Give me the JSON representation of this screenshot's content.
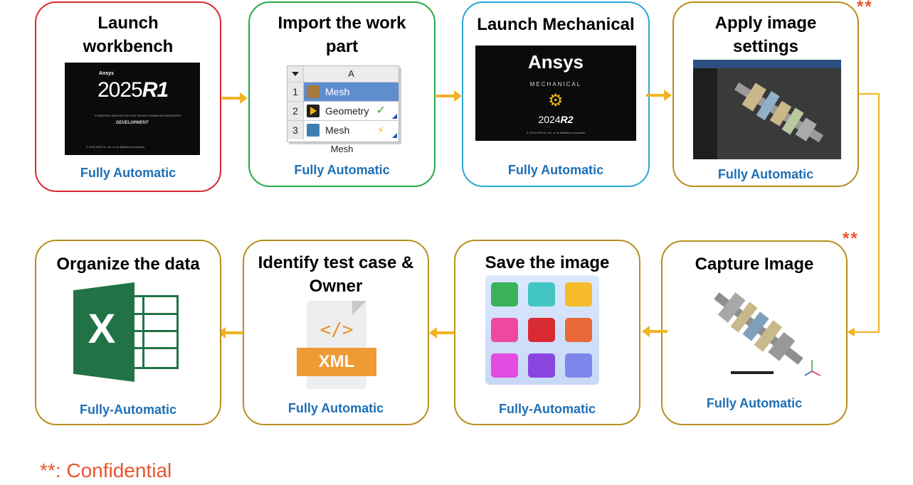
{
  "steps": [
    {
      "title": "Launch\nworkbench",
      "status": "Fully Automatic"
    },
    {
      "title": "Import the work\npart",
      "status": "Fully Automatic"
    },
    {
      "title": "Launch Mechanical",
      "status": "Fully Automatic"
    },
    {
      "title": "Apply image\nsettings",
      "status": "Fully Automatic"
    },
    {
      "title": "Capture Image",
      "status": "Fully Automatic"
    },
    {
      "title": "Save the image",
      "status": "Fully-Automatic"
    },
    {
      "title": "Identify test case &\nOwner",
      "status": "Fully Automatic"
    },
    {
      "title": "Organize the data",
      "status": "Fully-Automatic"
    }
  ],
  "splash1": {
    "brand": "Ansys",
    "version": "2025",
    "release": "R1",
    "tagline": "POWERING INNOVATION THAT DRIVES HUMAN ADVANCEMENT",
    "edition": "DEVELOPMENT",
    "copyright": "© 2025 ANSYS, Inc. or its affiliated companies"
  },
  "workbench": {
    "column": "A",
    "rows": [
      {
        "num": "1",
        "label": "Mesh"
      },
      {
        "num": "2",
        "label": "Geometry"
      },
      {
        "num": "3",
        "label": "Mesh"
      }
    ],
    "caption": "Mesh"
  },
  "splash2": {
    "brand": "Ansys",
    "product": "MECHANICAL",
    "version": "2024",
    "release": "R2",
    "copyright": "© 2024 ANSYS, Inc. or its affiliated companies"
  },
  "xml_label": "XML",
  "xml_tag": "</>",
  "excel_letter": "X",
  "confidential_mark": "**",
  "note": {
    "mark": "**",
    "text": ": Confidential"
  },
  "colors": {
    "border_red": "#d9282f",
    "border_green": "#27a844",
    "border_blue": "#2aa7d6",
    "border_gold": "#b88f1e",
    "arrow": "#f0b323",
    "status_text": "#1f6fb5",
    "confidential": "#e8542c"
  }
}
